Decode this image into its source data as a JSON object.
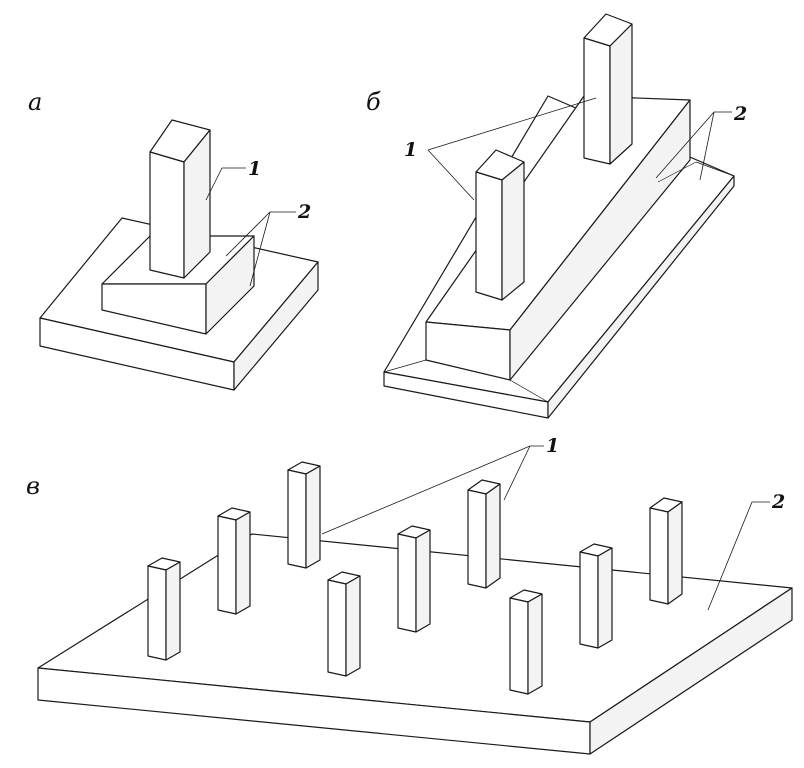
{
  "panels": {
    "a": {
      "label": "а",
      "callout_1": "1",
      "callout_2": "2"
    },
    "b": {
      "label": "б",
      "callout_1": "1",
      "callout_2": "2"
    },
    "c": {
      "label": "в",
      "callout_1": "1",
      "callout_2": "2"
    }
  }
}
